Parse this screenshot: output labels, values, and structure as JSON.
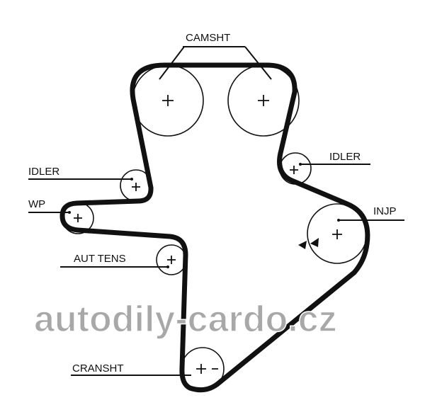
{
  "title": "Timing belt routing diagram",
  "labels": {
    "camshaft": "CAMSHT",
    "idler_left": "IDLER",
    "idler_right": "IDLER",
    "water_pump": "WP",
    "auto_tensioner": "AUT TENS",
    "injection_pump": "INJP",
    "crankshaft": "CRANSHT"
  },
  "watermark": "autodily-cardo.cz",
  "colors": {
    "belt": "#111111",
    "watermark": "#a8a8a8"
  }
}
